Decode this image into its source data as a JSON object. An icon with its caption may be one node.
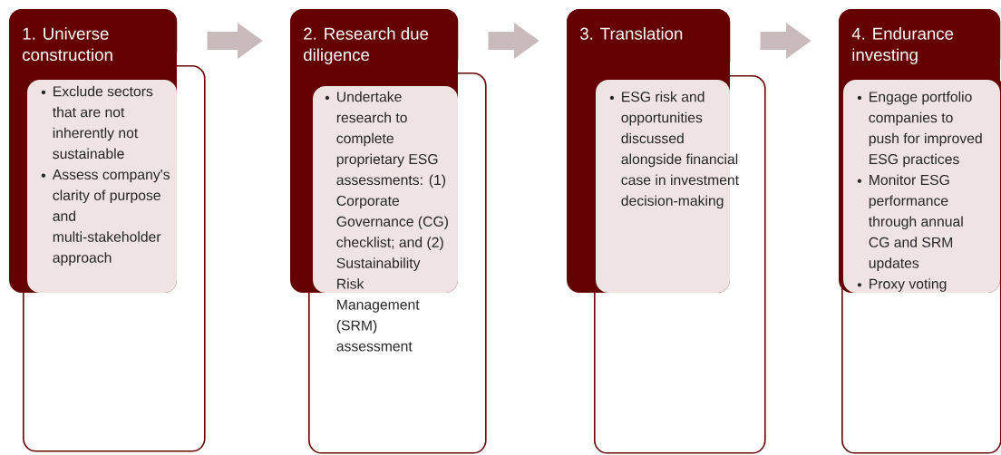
{
  "diagram": {
    "nodes": [
      {
        "text": [
          "1. Universe construction"
        ]
      },
      {
        "text": [
          "Exclude sectors that are not inherently not sustainable",
          "Assess company's clarity of purpose and multi-stakeholder approach"
        ]
      },
      {
        "text": [
          "2. Research due diligence"
        ]
      },
      {
        "text": [
          "Undertake research to complete proprietary ESG assessments: (1) Corporate Governance (CG) checklist; and (2) Sustainability Risk Management (SRM) assessment"
        ]
      },
      {
        "text": [
          "3. Translation"
        ]
      },
      {
        "text": [
          "ESG risk and opportunities discussed alongside financial case in investment decision-making"
        ]
      },
      {
        "text": [
          "4. Endurance investing"
        ]
      },
      {
        "text": [
          "Engage portfolio companies to push for improved ESG practices",
          "Monitor ESG performance through annual CG and SRM updates",
          "Proxy voting"
        ]
      }
    ],
    "edges": [
      {
        "from": 0,
        "to": 2,
        "arrow": "to"
      },
      {
        "from": 2,
        "to": 4,
        "arrow": "to"
      },
      {
        "from": 4,
        "to": 6,
        "arrow": "to"
      }
    ]
  }
}
